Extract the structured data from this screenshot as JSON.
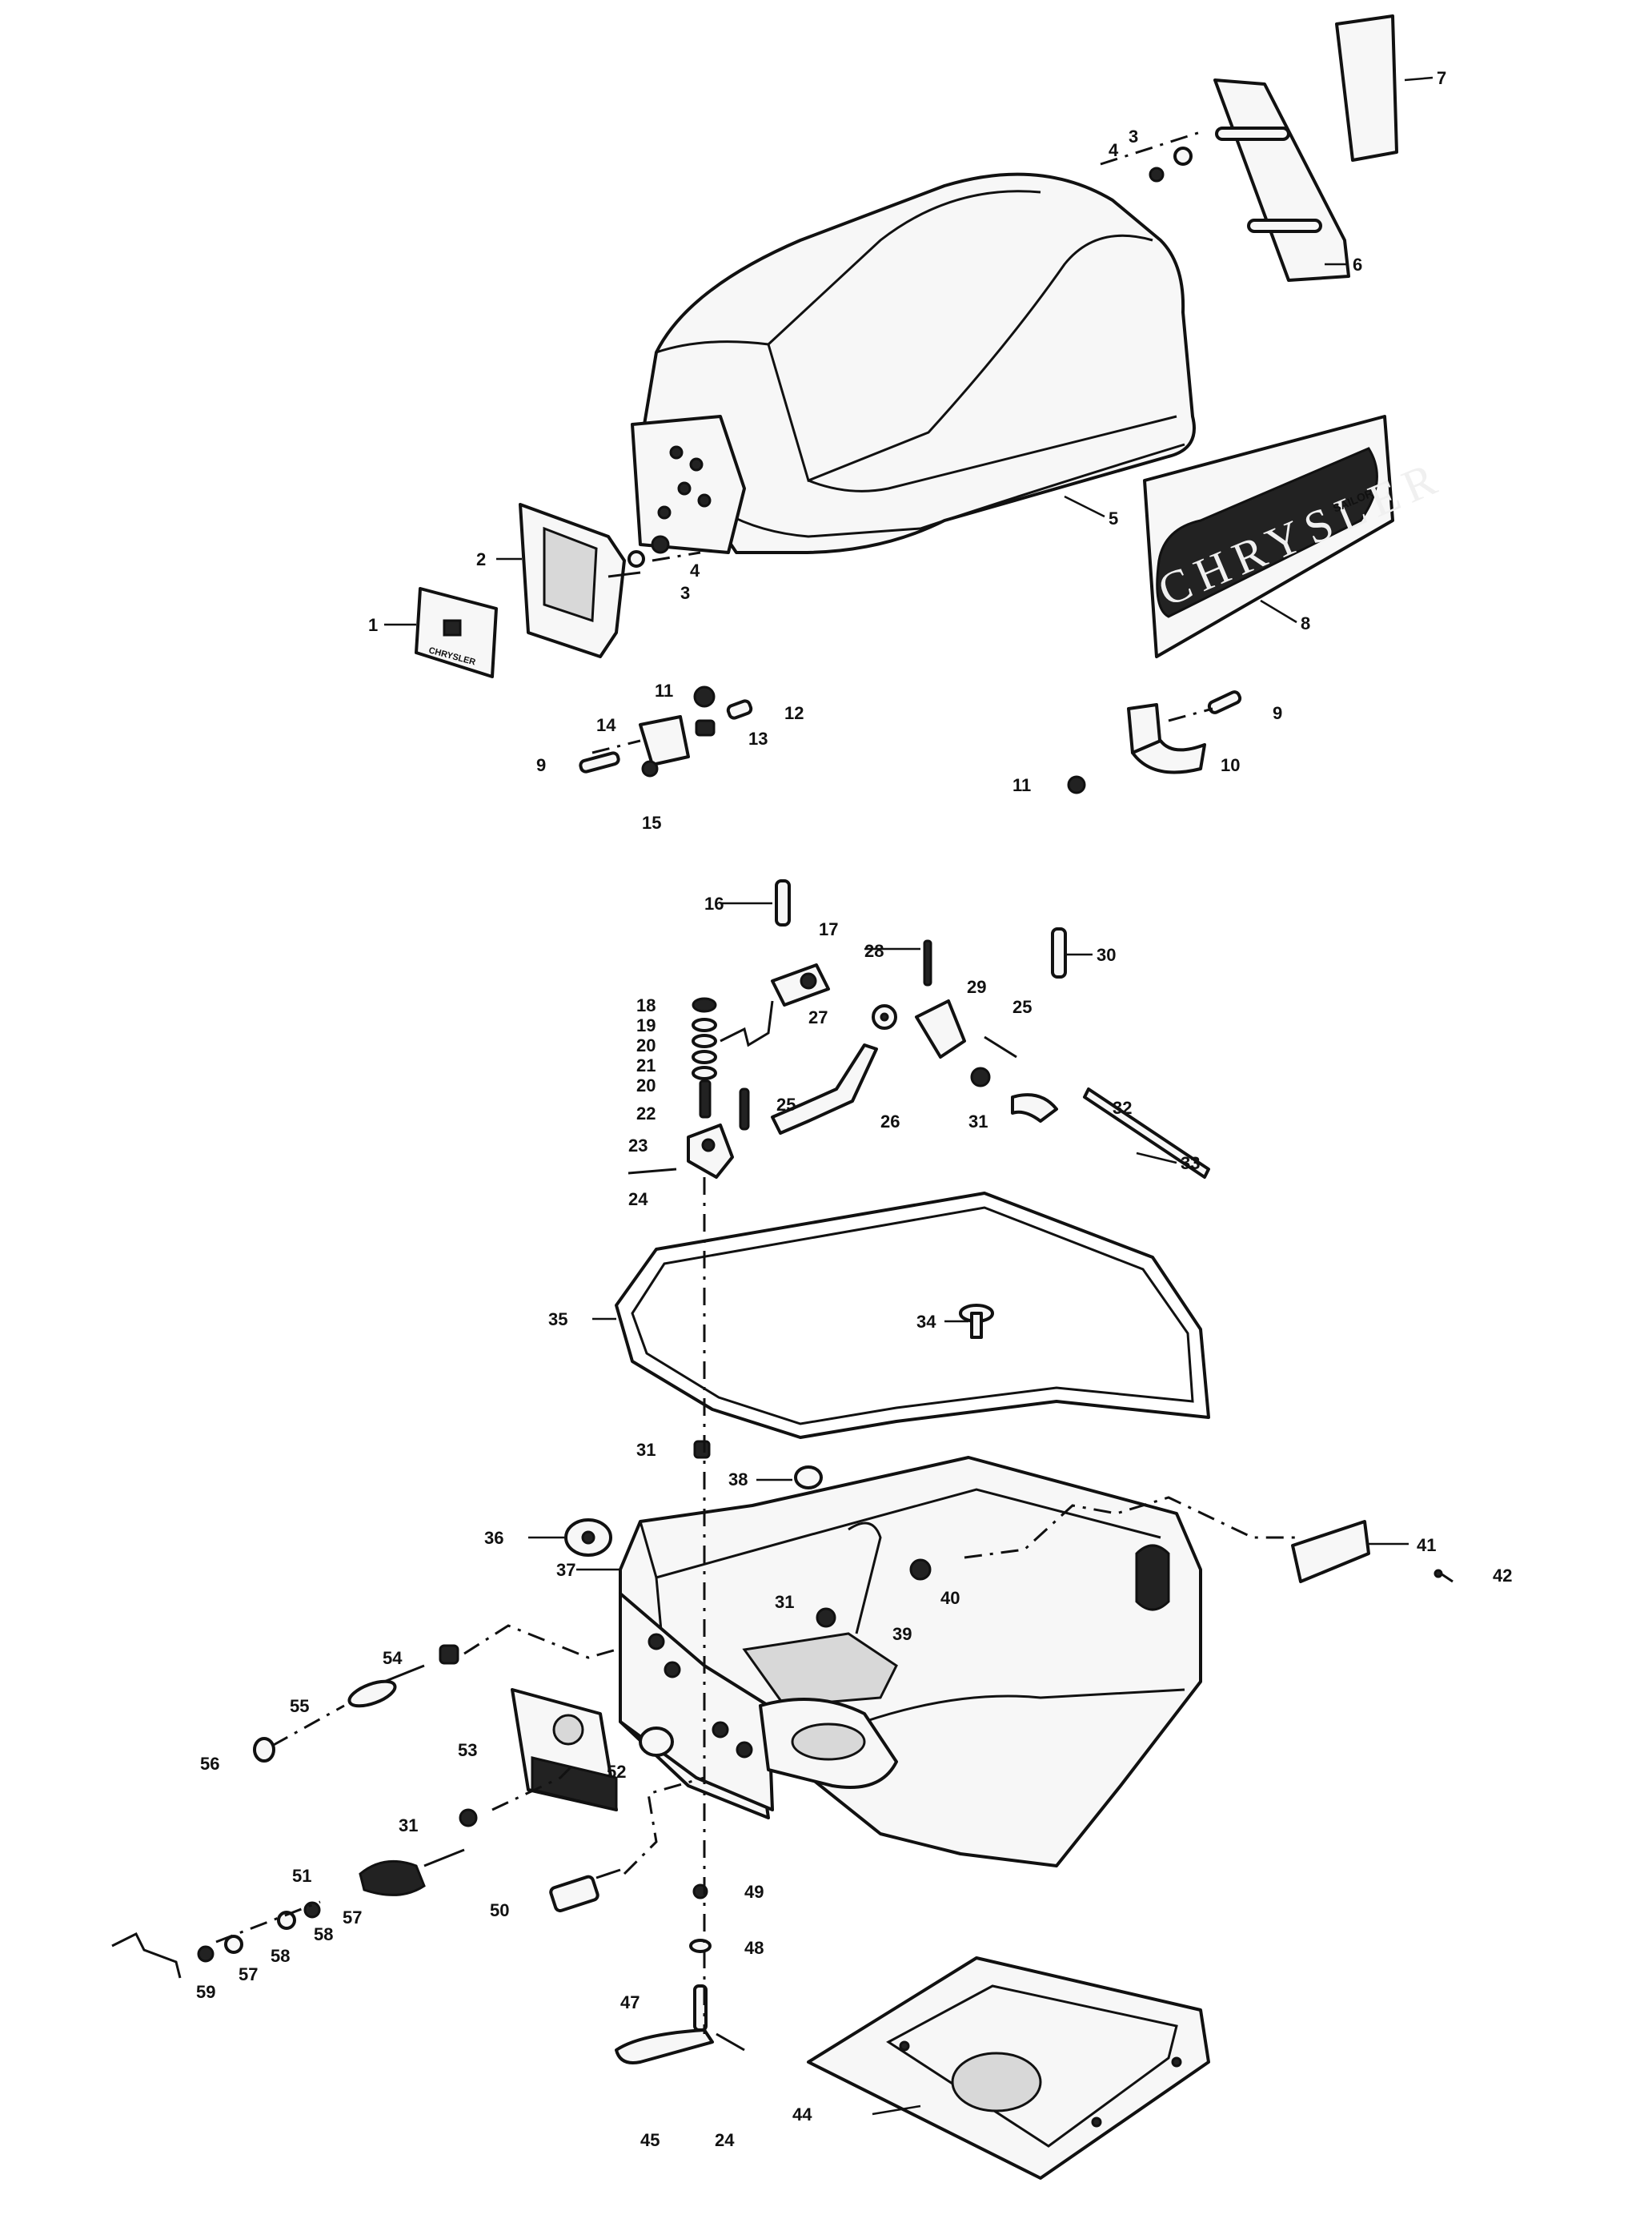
{
  "callouts": {
    "c1": "1",
    "c2": "2",
    "c3a": "3",
    "c3b": "3",
    "c4a": "4",
    "c4b": "4",
    "c5": "5",
    "c6": "6",
    "c7": "7",
    "c8": "8",
    "c9a": "9",
    "c9b": "9",
    "c10": "10",
    "c11a": "11",
    "c11b": "11",
    "c12": "12",
    "c13": "13",
    "c14": "14",
    "c15": "15",
    "c16": "16",
    "c17": "17",
    "c18": "18",
    "c19": "19",
    "c20a": "20",
    "c20b": "20",
    "c21": "21",
    "c22": "22",
    "c23": "23",
    "c24a": "24",
    "c24b": "24",
    "c25a": "25",
    "c25b": "25",
    "c26": "26",
    "c27": "27",
    "c28": "28",
    "c29": "29",
    "c30": "30",
    "c31a": "31",
    "c31b": "31",
    "c31c": "31",
    "c31d": "31",
    "c32": "32",
    "c33": "33",
    "c34": "34",
    "c35": "35",
    "c36": "36",
    "c37": "37",
    "c38": "38",
    "c39": "39",
    "c40": "40",
    "c41": "41",
    "c42": "42",
    "c44": "44",
    "c45": "45",
    "c47": "47",
    "c48": "48",
    "c49": "49",
    "c50": "50",
    "c51": "51",
    "c52": "52",
    "c53": "53",
    "c54": "54",
    "c55": "55",
    "c56": "56",
    "c57a": "57",
    "c57b": "57",
    "c58a": "58",
    "c58b": "58",
    "c59": "59"
  },
  "decal": {
    "brand": "CHRYSLER",
    "model": "SAILOR"
  },
  "plate_text": {
    "line1": "CHRYSLER"
  }
}
